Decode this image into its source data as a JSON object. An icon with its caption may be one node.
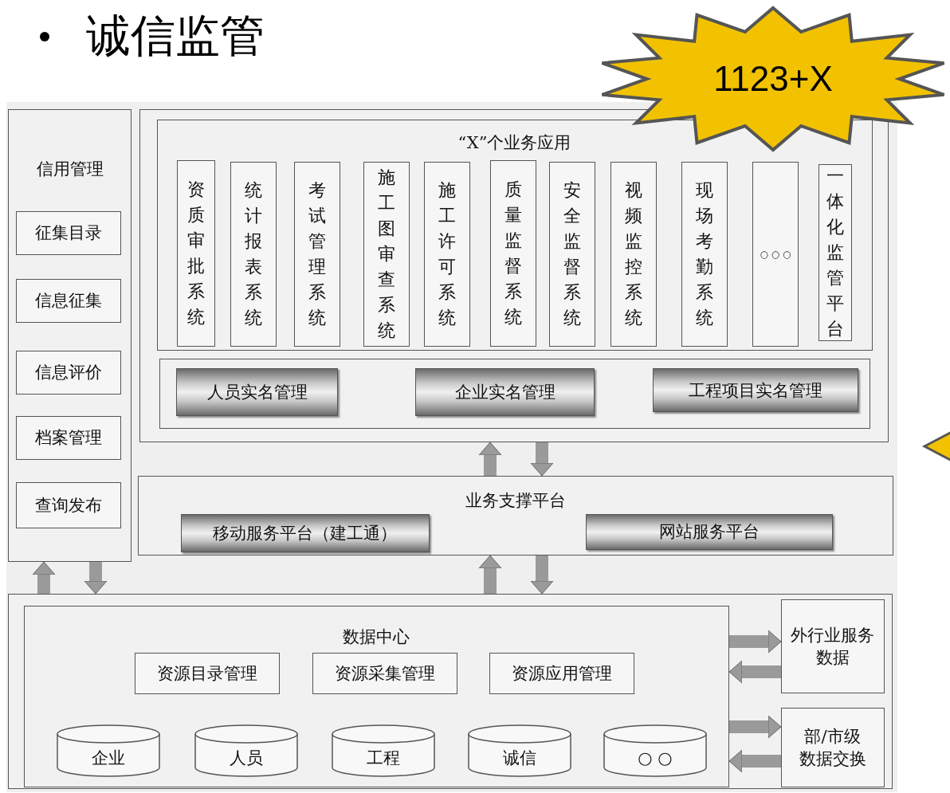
{
  "diagram": {
    "title": "诚信监管",
    "nodes": [
      {
        "text": [
          "信用管理"
        ]
      },
      {
        "text": [
          "征集目录"
        ],
        "in": 0
      },
      {
        "text": [
          "信息征集"
        ],
        "in": 0
      },
      {
        "text": [
          "信息评价"
        ],
        "in": 0
      },
      {
        "text": [
          "档案管理"
        ],
        "in": 0
      },
      {
        "text": [
          "查询发布"
        ],
        "in": 0
      },
      {
        "text": [],
        "shape": "box"
      },
      {
        "text": [
          "“X”个业务应用"
        ],
        "in": 6
      },
      {
        "text": [
          "资质审批系统"
        ],
        "in": 7
      },
      {
        "text": [
          "统计报表系统"
        ],
        "in": 7
      },
      {
        "text": [
          "考试管理系统"
        ],
        "in": 7
      },
      {
        "text": [
          "施工图审查系统"
        ],
        "in": 7
      },
      {
        "text": [
          "施工许可系统"
        ],
        "in": 7
      },
      {
        "text": [
          "质量监督系统"
        ],
        "in": 7
      },
      {
        "text": [
          "安全监督系统"
        ],
        "in": 7
      },
      {
        "text": [
          "视频监控系统"
        ],
        "in": 7
      },
      {
        "text": [
          "现场考勤系统"
        ],
        "in": 7
      },
      {
        "text": [
          "○ ○ ○"
        ],
        "in": 7
      },
      {
        "text": [
          "一体化监管平台"
        ],
        "in": 7
      },
      {
        "text": [],
        "shape": "box",
        "in": 6
      },
      {
        "text": [
          "人员实名管理"
        ],
        "in": 19
      },
      {
        "text": [
          "企业实名管理"
        ],
        "in": 19
      },
      {
        "text": [
          "工程项目实名管理"
        ],
        "in": 19
      },
      {
        "text": [
          "业务支撑平台"
        ]
      },
      {
        "text": [
          "移动服务平台（建工通）"
        ],
        "in": 23
      },
      {
        "text": [
          "网站服务平台"
        ],
        "in": 23
      },
      {
        "text": [],
        "shape": "box"
      },
      {
        "text": [
          "数据中心"
        ],
        "in": 26
      },
      {
        "text": [
          "资源目录管理"
        ],
        "in": 27
      },
      {
        "text": [
          "资源采集管理"
        ],
        "in": 27
      },
      {
        "text": [
          "资源应用管理"
        ],
        "in": 27
      },
      {
        "text": [
          "企业"
        ],
        "in": 27
      },
      {
        "text": [
          "人员"
        ],
        "in": 27
      },
      {
        "text": [
          "工程"
        ],
        "in": 27
      },
      {
        "text": [
          "诚信"
        ],
        "in": 27
      },
      {
        "text": [
          "○ ○"
        ],
        "in": 27
      },
      {
        "text": [
          "外行业服务数据"
        ],
        "in": 26
      },
      {
        "text": [
          "部/市级数据交换"
        ],
        "in": 26
      },
      {
        "text": [
          "1123+X"
        ]
      },
      {
        "text": [],
        "shape": "star"
      }
    ],
    "edges": [
      {
        "from": 23,
        "to": 6,
        "arrow": "to"
      },
      {
        "from": 6,
        "to": 23,
        "arrow": "to"
      },
      {
        "from": 26,
        "to": 23,
        "arrow": "to"
      },
      {
        "from": 23,
        "to": 26,
        "arrow": "to"
      },
      {
        "from": 26,
        "to": 0,
        "arrow": "to"
      },
      {
        "from": 0,
        "to": 26,
        "arrow": "to"
      },
      {
        "from": 27,
        "to": 36,
        "arrow": "to"
      },
      {
        "from": 36,
        "to": 27,
        "arrow": "to"
      },
      {
        "from": 27,
        "to": 37,
        "arrow": "to"
      },
      {
        "from": 37,
        "to": 27,
        "arrow": "to"
      }
    ]
  }
}
